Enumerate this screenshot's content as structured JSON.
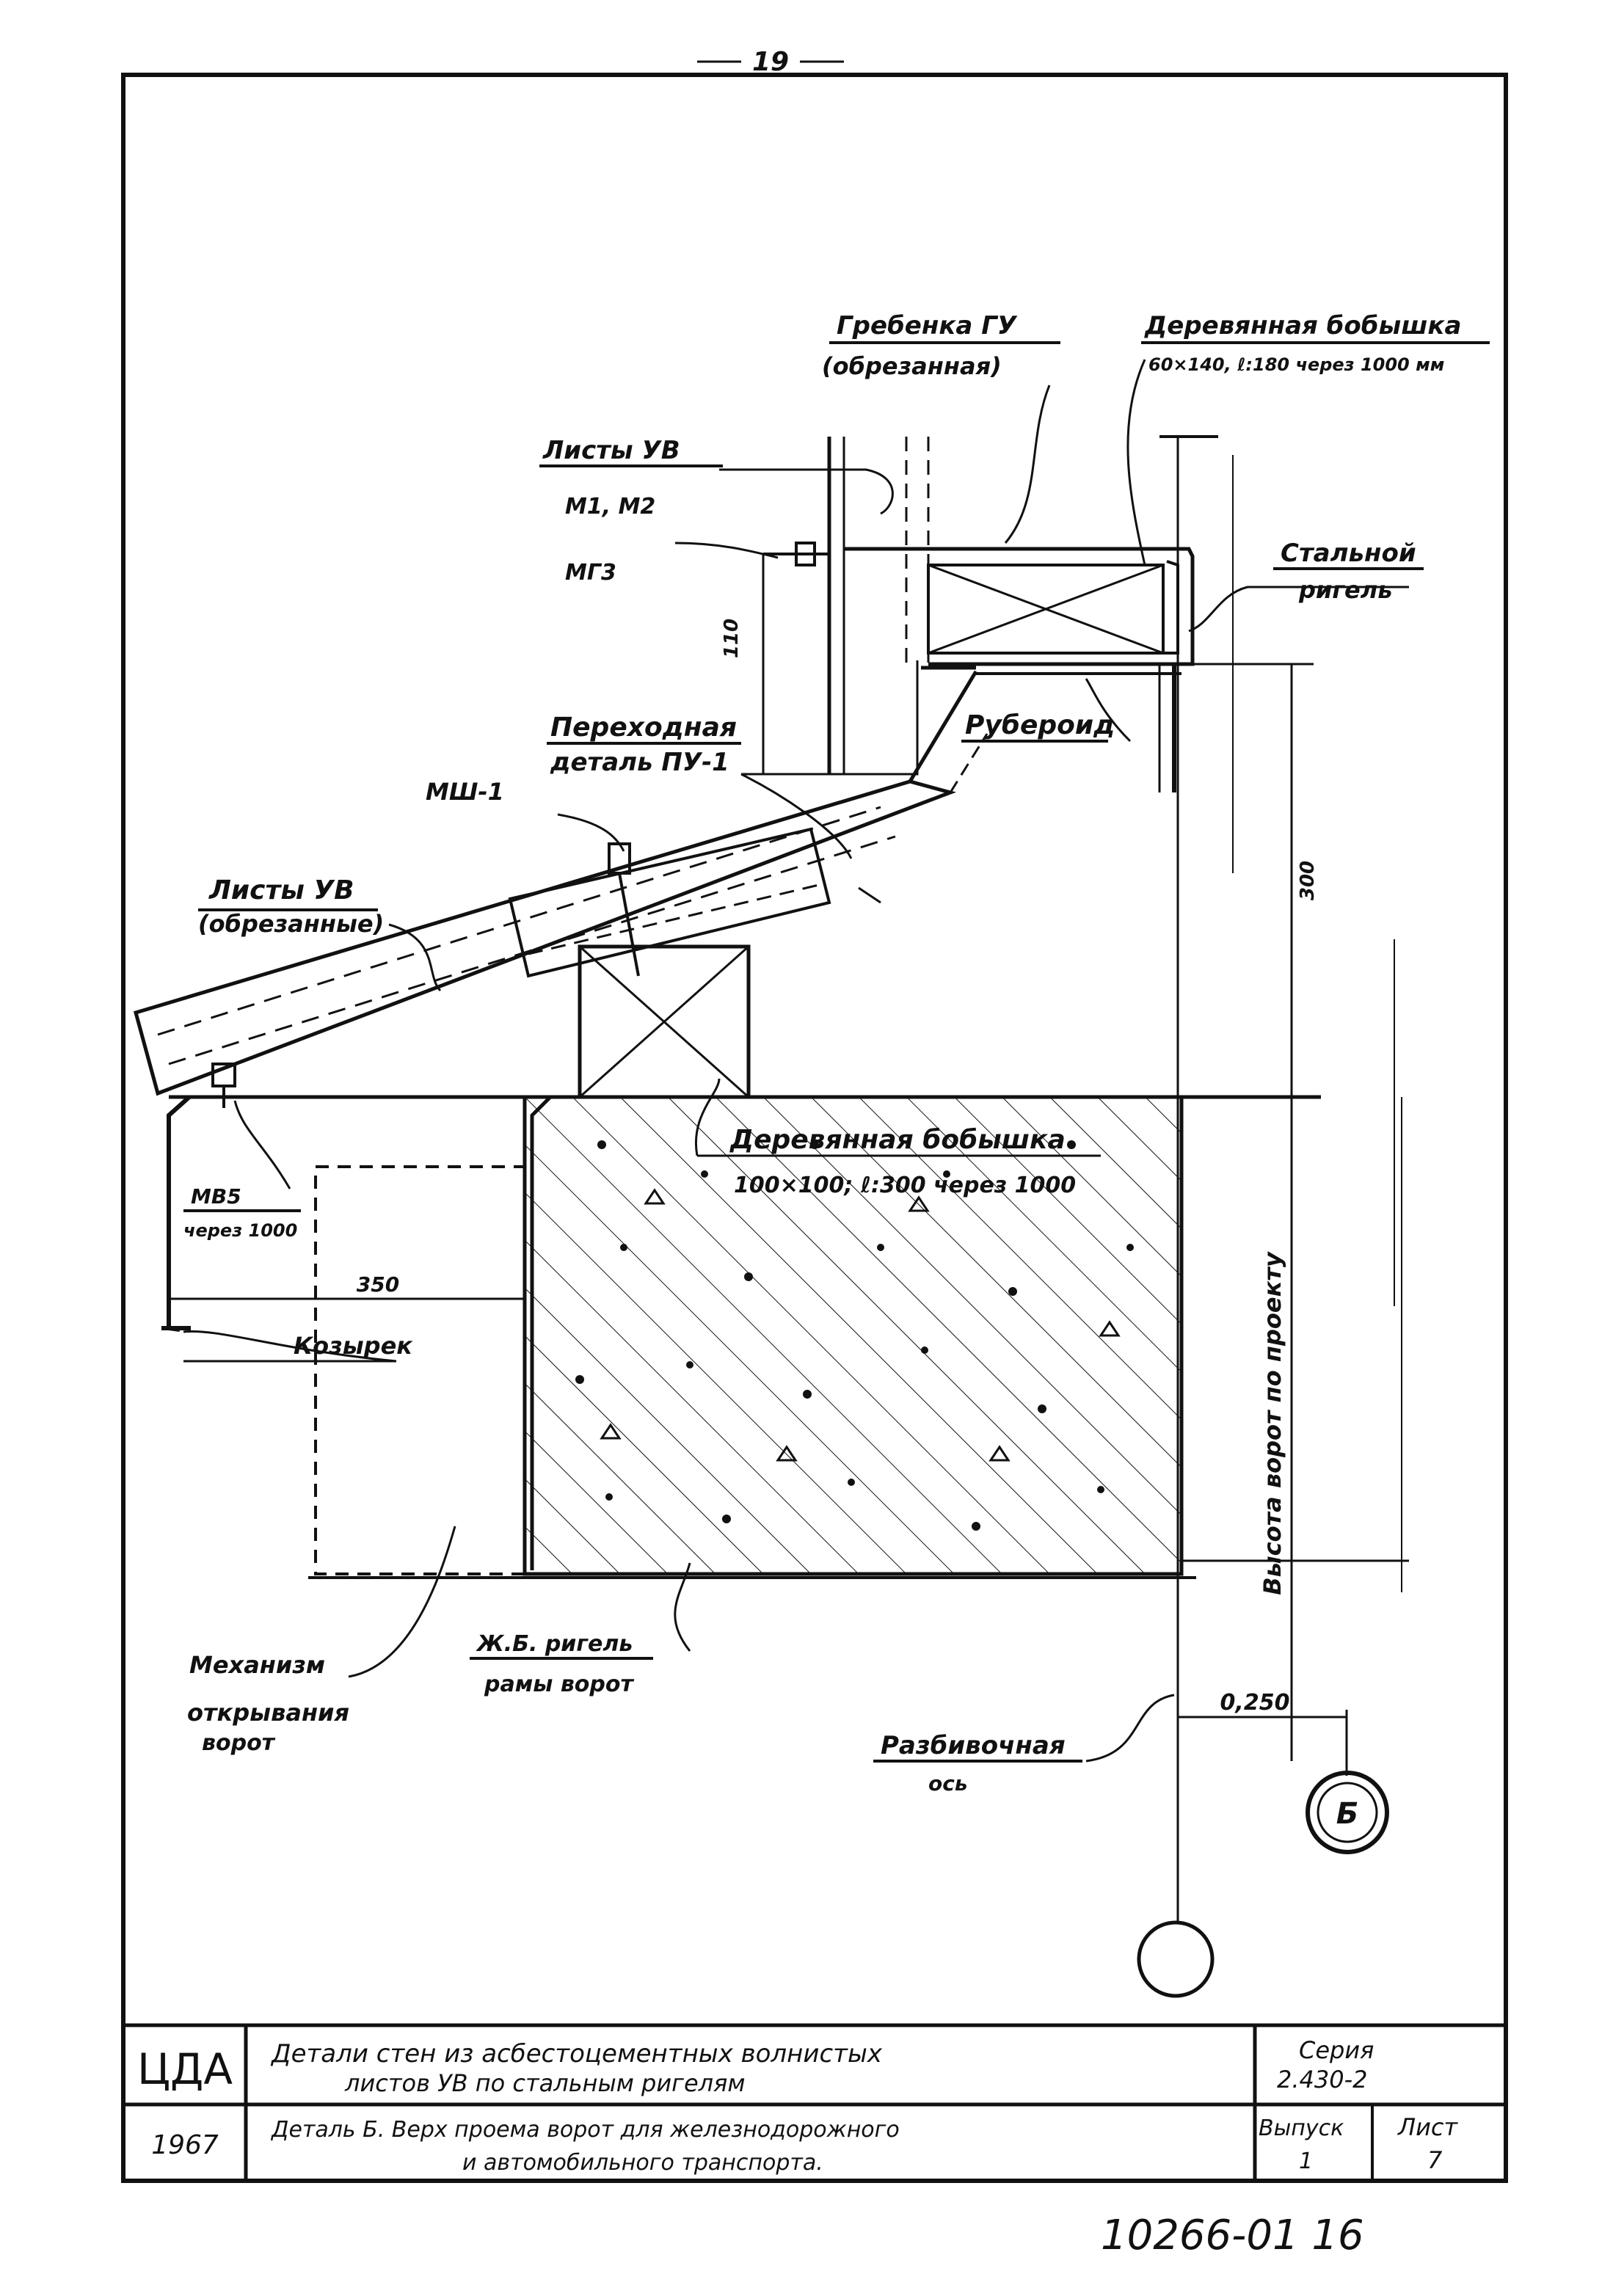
{
  "page_number": "19",
  "sheet_code": "10266-01 16",
  "labels": {
    "grebenka_1": "Гребенка ГУ",
    "grebenka_2": "(обрезанная)",
    "bobyshka_top_1": "Деревянная бобышка",
    "bobyshka_top_2": "60×140, ℓ:180 через 1000 мм",
    "listy_uv_top": "Листы УВ",
    "m_1": "М1, М2",
    "m_2": "МГ3",
    "stalnoy_1": "Стальной",
    "stalnoy_2": "ригель",
    "dim_110": "110",
    "ruberoid": "Рубероид",
    "perehod_1": "Переходная",
    "perehod_2": "деталь ПУ-1",
    "msh": "МШ-1",
    "dim_300": "300",
    "listy_uv_low_1": "Листы УВ",
    "listy_uv_low_2": "(обрезанные)",
    "bobyshka_low_1": "Деревянная бобышка",
    "bobyshka_low_2": "100×100; ℓ:300 через 1000",
    "mb5_1": "МВ5",
    "mb5_2": "через 1000",
    "dim_350": "350",
    "kozyrek": "Козырек",
    "vysota": "Высота ворот по проекту",
    "mehanizm_1": "Механизм",
    "mehanizm_2": "открывания",
    "mehanizm_3": "ворот",
    "zhb_1": "Ж.Б. ригель",
    "zhb_2": "рамы ворот",
    "razb_1": "Разбивочная",
    "razb_2": "ось",
    "dim_250": "0,250",
    "detail_mark": "Б"
  },
  "title_block": {
    "org": "ЦДА",
    "year": "1967",
    "title_1": "Детали  стен  из  асбестоцементных  волнистых",
    "title_2": "листов  УВ  по  стальным  ригелям",
    "seria_label": "Серия",
    "seria_value": "2.430-2",
    "detail_1": "Деталь Б.   Верх  проема  ворот для железнодорожного",
    "detail_2": "и автомобильного  транспорта.",
    "vypusk_label": "Выпуск",
    "vypusk_value": "1",
    "list_label": "Лист",
    "list_value": "7"
  }
}
